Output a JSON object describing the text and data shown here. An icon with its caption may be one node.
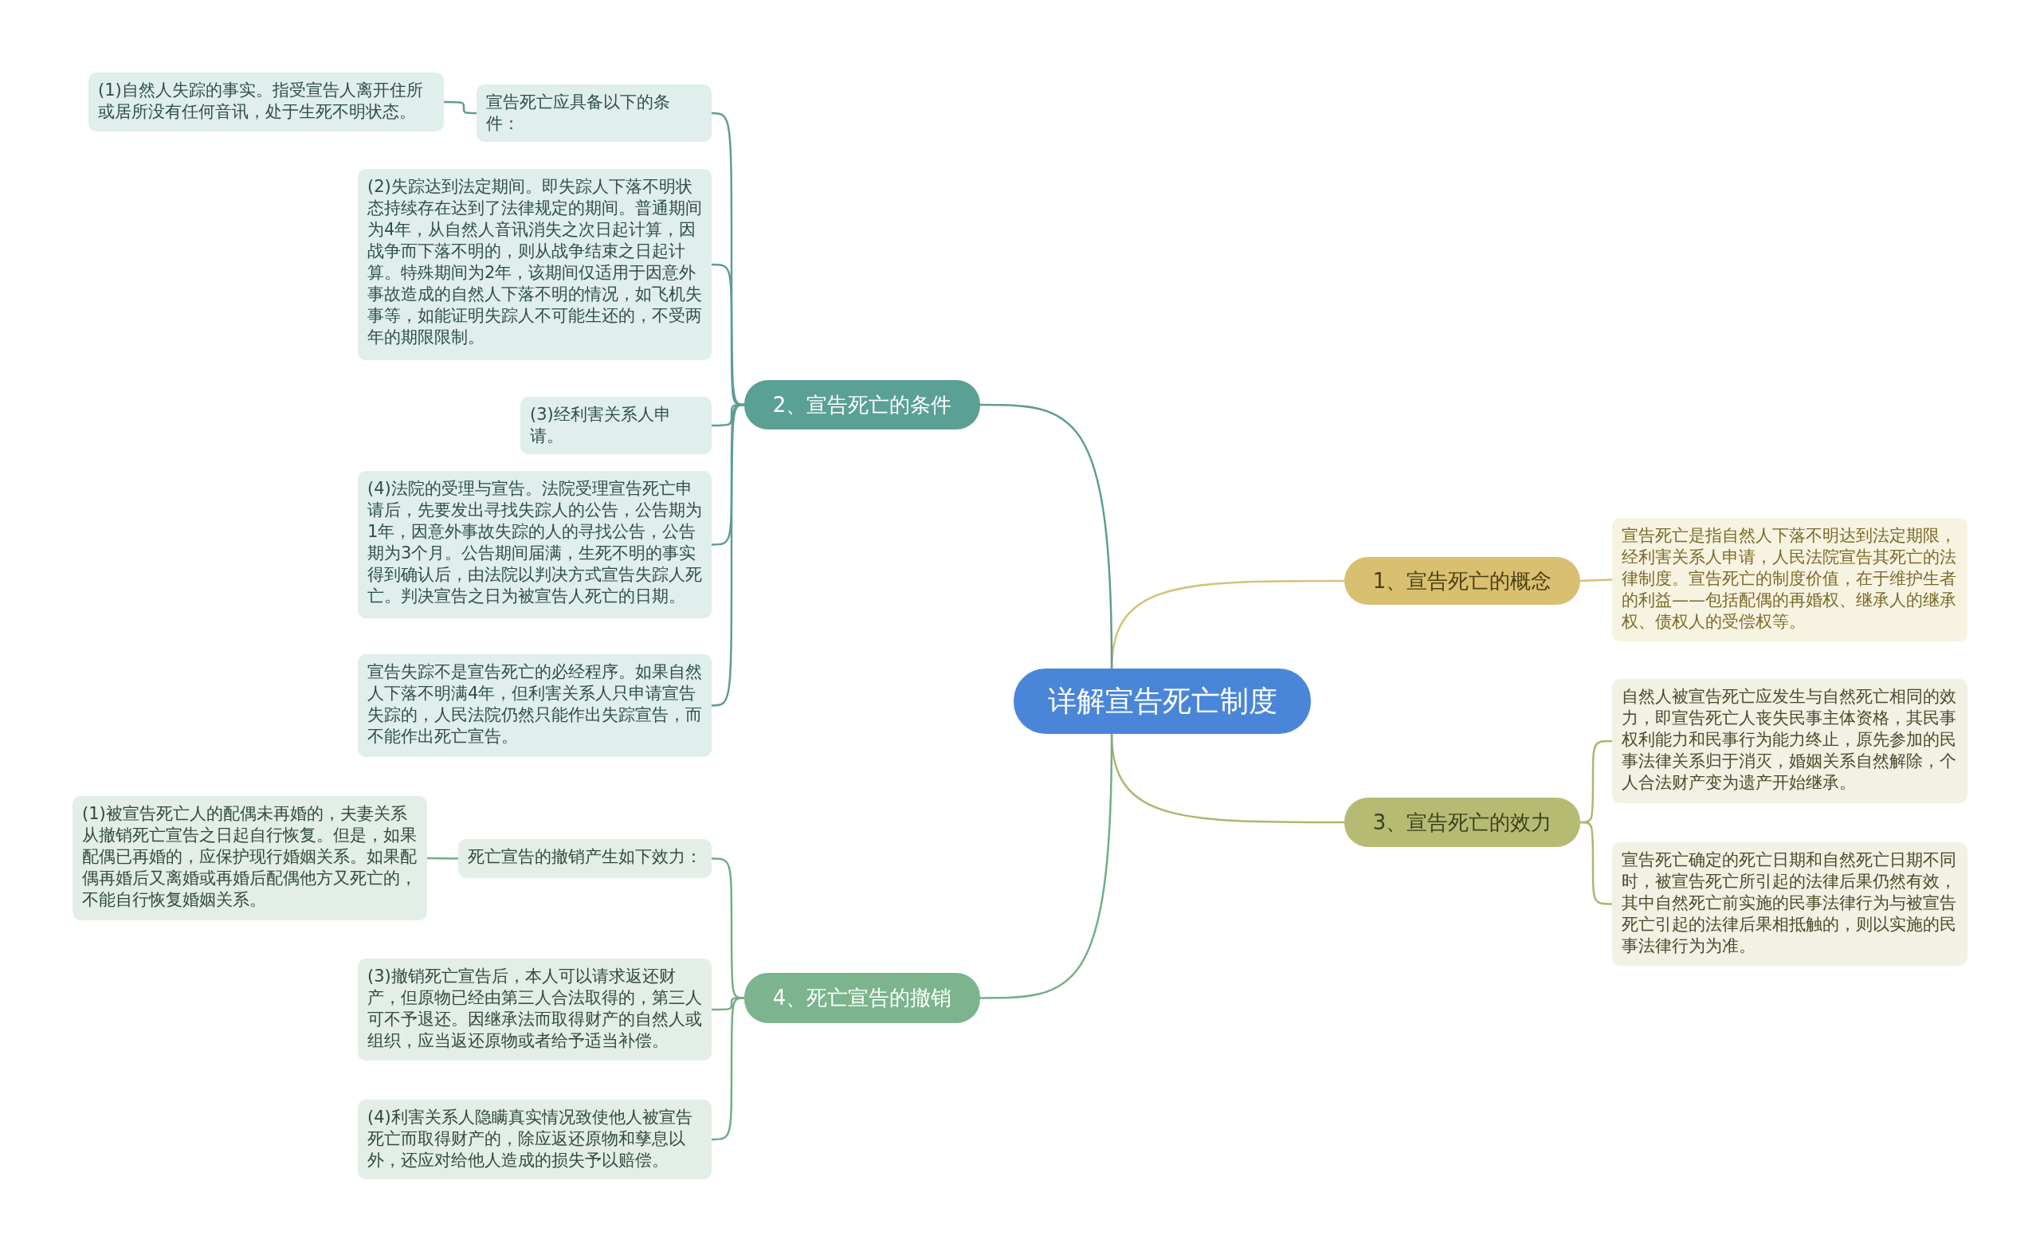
{
  "diagram": {
    "nodes": [
      {
        "text": [
          "详解宣告死亡制度"
        ]
      },
      {
        "text": [
          "1、宣告死亡的概念"
        ]
      },
      {
        "text": [
          "宣告死亡是指自然人下落不明达到法定期限，经利害关系人申请，人民法院宣告其死亡的法律制度。宣告死亡的制度价值，在于维护生者的利益——包括配偶的再婚权、继承人的继承权、债权人的受偿权等。"
        ]
      },
      {
        "text": [
          "2、宣告死亡的条件"
        ]
      },
      {
        "text": [
          "宣告死亡应具备以下的条件："
        ]
      },
      {
        "text": [
          "(1)自然人失踪的事实。指受宣告人离开住所或居所没有任何音讯，处于生死不明状态。"
        ]
      },
      {
        "text": [
          "(2)失踪达到法定期间。即失踪人下落不明状态持续存在达到了法律规定的期间。普通期间为4年，从自然人音讯消失之次日起计算，因战争而下落不明的，则从战争结束之日起计算。特殊期间为2年，该期间仅适用于因意外事故造成的自然人下落不明的情况，如飞机失事等，如能证明失踪人不可能生还的，不受两年的期限限制。"
        ]
      },
      {
        "text": [
          "(3)经利害关系人申请。"
        ]
      },
      {
        "text": [
          "(4)法院的受理与宣告。法院受理宣告死亡申请后，先要发出寻找失踪人的公告，公告期为1年，因意外事故失踪的人的寻找公告，公告期为3个月。公告期间届满，生死不明的事实得到确认后，由法院以判决方式宣告失踪人死亡。判决宣告之日为被宣告人死亡的日期。"
        ]
      },
      {
        "text": [
          "宣告失踪不是宣告死亡的必经程序。如果自然人下落不明满4年，但利害关系人只申请宣告失踪的，人民法院仍然只能作出失踪宣告，而不能作出死亡宣告。"
        ]
      },
      {
        "text": [
          "3、宣告死亡的效力"
        ]
      },
      {
        "text": [
          "自然人被宣告死亡应发生与自然死亡相同的效力，即宣告死亡人丧失民事主体资格，其民事权利能力和民事行为能力终止，原先参加的民事法律关系归于消灭，婚姻关系自然解除，个人合法财产变为遗产开始继承。"
        ]
      },
      {
        "text": [
          "宣告死亡确定的死亡日期和自然死亡日期不同时，被宣告死亡所引起的法律后果仍然有效，其中自然死亡前实施的民事法律行为与被宣告死亡引起的法律后果相抵触的，则以实施的民事法律行为为准。"
        ]
      },
      {
        "text": [
          "4、死亡宣告的撤销"
        ]
      },
      {
        "text": [
          "死亡宣告的撤销产生如下效力："
        ]
      },
      {
        "text": [
          "(1)被宣告死亡人的配偶未再婚的，夫妻关系从撤销死亡宣告之日起自行恢复。但是，如果配偶已再婚的，应保护现行婚姻关系。如果配偶再婚后又离婚或再婚后配偶他方又死亡的，不能自行恢复婚姻关系。"
        ]
      },
      {
        "text": [
          "(3)撤销死亡宣告后，本人可以请求返还财产，但原物已经由第三人合法取得的，第三人可不予退还。因继承法而取得财产的自然人或组织，应当返还原物或者给予适当补偿。"
        ]
      },
      {
        "text": [
          "(4)利害关系人隐瞒真实情况致使他人被宣告死亡而取得财产的，除应返还原物和孳息以外，还应对给他人造成的损失予以赔偿。"
        ]
      }
    ],
    "edges": [
      {
        "from": 0,
        "to": 1,
        "arrow": "none",
        "color": "#d6c27a"
      },
      {
        "from": 1,
        "to": 2,
        "arrow": "none",
        "color": "#d6c27a"
      },
      {
        "from": 0,
        "to": 3,
        "arrow": "none"
      },
      {
        "from": 3,
        "to": 4,
        "arrow": "none"
      },
      {
        "from": 4,
        "to": 5,
        "arrow": "none"
      },
      {
        "from": 3,
        "to": 6,
        "arrow": "none"
      },
      {
        "from": 3,
        "to": 7,
        "arrow": "none"
      },
      {
        "from": 3,
        "to": 8,
        "arrow": "none"
      },
      {
        "from": 3,
        "to": 9,
        "arrow": "none"
      },
      {
        "from": 0,
        "to": 10,
        "arrow": "none",
        "color": "#b3b46e"
      },
      {
        "from": 10,
        "to": 11,
        "arrow": "none",
        "color": "#b3b46e"
      },
      {
        "from": 10,
        "to": 12,
        "arrow": "none",
        "color": "#b3b46e"
      },
      {
        "from": 0,
        "to": 13,
        "arrow": "none",
        "color": "#74ad87"
      },
      {
        "from": 13,
        "to": 14,
        "arrow": "none",
        "color": "#74ad87"
      },
      {
        "from": 14,
        "to": 15,
        "arrow": "none",
        "color": "#74ad87"
      },
      {
        "from": 13,
        "to": 16,
        "arrow": "none",
        "color": "#74ad87"
      },
      {
        "from": 13,
        "to": 17,
        "arrow": "none",
        "color": "#74ad87"
      }
    ]
  }
}
